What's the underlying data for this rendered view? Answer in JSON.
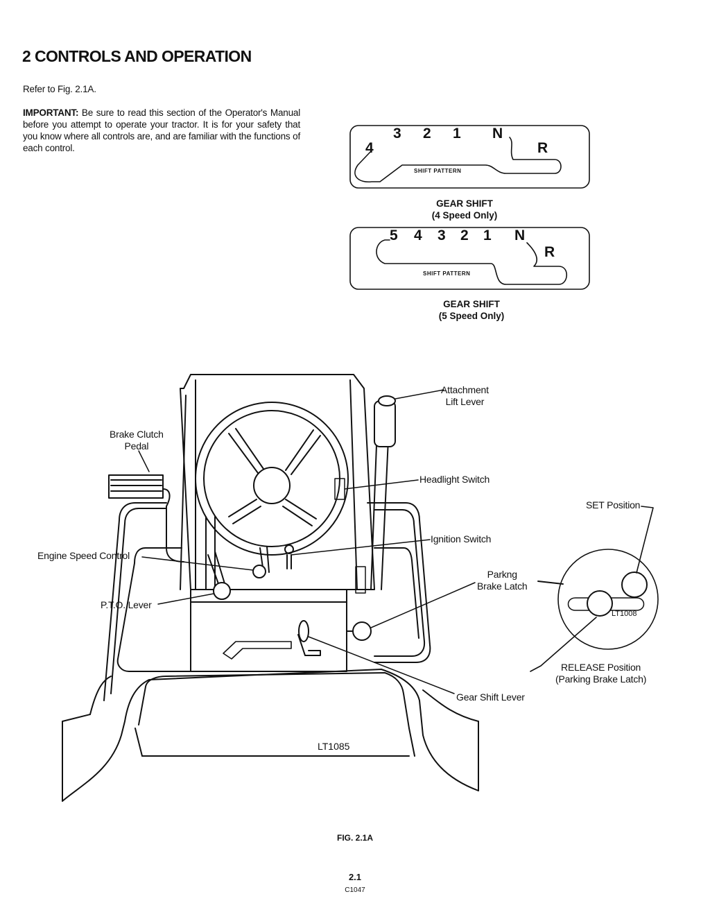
{
  "header": {
    "title": "2 CONTROLS AND OPERATION"
  },
  "intro": {
    "refer": "Refer to Fig. 2.1A.",
    "important_label": "IMPORTANT:",
    "important_body": " Be sure to read this section of the Operator's Manual before you attempt to operate your tractor. It is for your safety that you know where all controls are, and are familiar with the functions of each control."
  },
  "shift_4": {
    "gears": [
      "3",
      "2",
      "1",
      "N"
    ],
    "low_gear": "4",
    "reverse": "R",
    "pattern_label": "SHIFT PATTERN",
    "caption_line1": "GEAR SHIFT",
    "caption_line2": "(4 Speed Only)"
  },
  "shift_5": {
    "gears": [
      "5",
      "4",
      "3",
      "2",
      "1",
      "N"
    ],
    "reverse": "R",
    "pattern_label": "SHIFT PATTERN",
    "caption_line1": "GEAR SHIFT",
    "caption_line2": "(5 Speed Only)"
  },
  "tractor": {
    "callouts": {
      "attachment_lift": [
        "Attachment",
        "Lift Lever"
      ],
      "brake_clutch": [
        "Brake Clutch",
        "Pedal"
      ],
      "headlight": "Headlight Switch",
      "ignition": "Ignition Switch",
      "engine_speed": "Engine Speed Control",
      "pto": "P.T.O. Lever",
      "parking_brake": [
        "Parkng",
        "Brake Latch"
      ],
      "gear_shift": "Gear Shift Lever"
    },
    "figure_code": "LT1085"
  },
  "latch_detail": {
    "set_position": "SET Position",
    "release_position": [
      "RELEASE Position",
      "(Parking Brake Latch)"
    ],
    "figure_code": "LT1008"
  },
  "footer": {
    "figure_caption": "FIG. 2.1A",
    "page_number": "2.1",
    "doc_code": "C1047"
  }
}
